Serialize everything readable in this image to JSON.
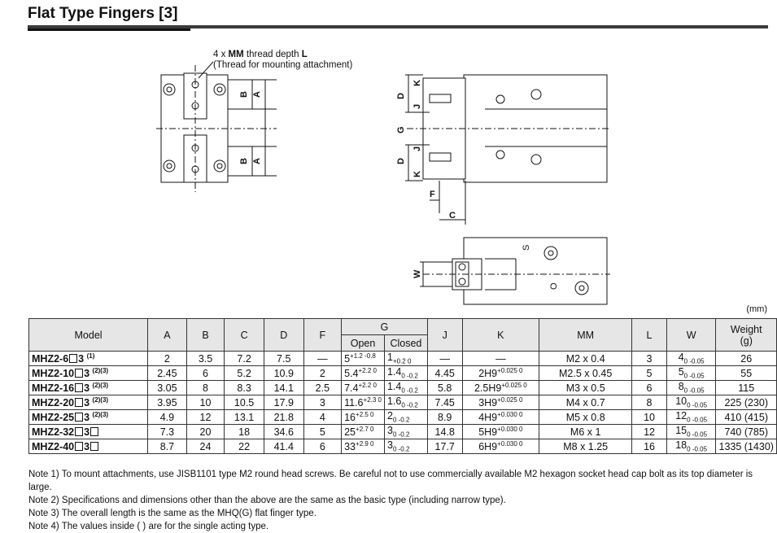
{
  "title": "Flat Type Fingers [3]",
  "drawing": {
    "thread_label_pre": "4 x ",
    "thread_label_mm": "MM",
    "thread_label_mid": " thread depth ",
    "thread_label_l": "L",
    "thread_label_note": "(Thread for mounting attachment)",
    "dims": {
      "A": "A",
      "B": "B",
      "C": "C",
      "D": "D",
      "F": "F",
      "G": "G",
      "J": "J",
      "K": "K",
      "W": "W",
      "S": "S",
      "O": "O"
    }
  },
  "unit": "(mm)",
  "table": {
    "headers": {
      "model": "Model",
      "A": "A",
      "B": "B",
      "C": "C",
      "D": "D",
      "F": "F",
      "G": "G",
      "G_open": "Open",
      "G_closed": "Closed",
      "J": "J",
      "K": "K",
      "MM": "MM",
      "L": "L",
      "W": "W",
      "weight": "Weight",
      "weight_unit": "(g)"
    },
    "rows": [
      {
        "model": "MHZ2-6",
        "suffix": "3",
        "note": "(1)",
        "A": "2",
        "B": "3.5",
        "C": "7.2",
        "D": "7.5",
        "F": "—",
        "G_open": "5",
        "G_open_tol": "+1.2 -0.8",
        "G_closed": "1",
        "G_closed_tol": "+0.2 0",
        "J": "—",
        "K": "—",
        "MM": "M2 x 0.4",
        "L": "3",
        "W": "4",
        "W_tol": "0 -0.05",
        "weight": "26"
      },
      {
        "model": "MHZ2-10",
        "suffix": "3",
        "note": "(2)(3)",
        "A": "2.45",
        "B": "6",
        "C": "5.2",
        "D": "10.9",
        "F": "2",
        "G_open": "5.4",
        "G_open_tol": "+2.2 0",
        "G_closed": "1.4",
        "G_closed_tol": "0 -0.2",
        "J": "4.45",
        "K": "2H9",
        "K_tol": "+0.025 0",
        "MM": "M2.5 x 0.45",
        "L": "5",
        "W": "5",
        "W_tol": "0 -0.05",
        "weight": "55"
      },
      {
        "model": "MHZ2-16",
        "suffix": "3",
        "note": "(2)(3)",
        "A": "3.05",
        "B": "8",
        "C": "8.3",
        "D": "14.1",
        "F": "2.5",
        "G_open": "7.4",
        "G_open_tol": "+2.2 0",
        "G_closed": "1.4",
        "G_closed_tol": "0 -0.2",
        "J": "5.8",
        "K": "2.5H9",
        "K_tol": "+0.025 0",
        "MM": "M3 x 0.5",
        "L": "6",
        "W": "8",
        "W_tol": "0 -0.05",
        "weight": "115"
      },
      {
        "model": "MHZ2-20",
        "suffix": "3",
        "note": "(2)(3)",
        "A": "3.95",
        "B": "10",
        "C": "10.5",
        "D": "17.9",
        "F": "3",
        "G_open": "11.6",
        "G_open_tol": "+2.3 0",
        "G_closed": "1.6",
        "G_closed_tol": "0 -0.2",
        "J": "7.45",
        "K": "3H9",
        "K_tol": "+0.025 0",
        "MM": "M4 x 0.7",
        "L": "8",
        "W": "10",
        "W_tol": "0 -0.05",
        "weight": "225 (230)"
      },
      {
        "model": "MHZ2-25",
        "suffix": "3",
        "note": "(2)(3)",
        "A": "4.9",
        "B": "12",
        "C": "13.1",
        "D": "21.8",
        "F": "4",
        "G_open": "16",
        "G_open_tol": "+2.5 0",
        "G_closed": "2",
        "G_closed_tol": "0 -0.2",
        "J": "8.9",
        "K": "4H9",
        "K_tol": "+0.030 0",
        "MM": "M5 x 0.8",
        "L": "10",
        "W": "12",
        "W_tol": "0 -0.05",
        "weight": "410 (415)"
      },
      {
        "model": "MHZ2-32",
        "suffix": "3",
        "note": "",
        "A": "7.3",
        "B": "20",
        "C": "18",
        "D": "34.6",
        "F": "5",
        "G_open": "25",
        "G_open_tol": "+2.7 0",
        "G_closed": "3",
        "G_closed_tol": "0 -0.2",
        "J": "14.8",
        "K": "5H9",
        "K_tol": "+0.030 0",
        "MM": "M6 x 1",
        "L": "12",
        "W": "15",
        "W_tol": "0 -0.05",
        "weight": "740 (785)"
      },
      {
        "model": "MHZ2-40",
        "suffix": "3",
        "note": "",
        "A": "8.7",
        "B": "24",
        "C": "22",
        "D": "41.4",
        "F": "6",
        "G_open": "33",
        "G_open_tol": "+2.9 0",
        "G_closed": "3",
        "G_closed_tol": "0 -0.2",
        "J": "17.7",
        "K": "6H9",
        "K_tol": "+0.030 0",
        "MM": "M8 x 1.25",
        "L": "16",
        "W": "18",
        "W_tol": "0 -0.05",
        "weight": "1335 (1430)"
      }
    ]
  },
  "notes": [
    "Note 1) To mount attachments, use JISB1101 type M2 round head screws. Be careful not to use commercially available M2 hexagon socket head cap bolt as its top diameter is large.",
    "Note 2) Specifications and dimensions other than the above are the same as the basic type (including narrow type).",
    "Note 3) The overall length is the same as the MHQ(G) flat finger type.",
    "Note 4) The values inside ( ) are for the single acting type."
  ]
}
